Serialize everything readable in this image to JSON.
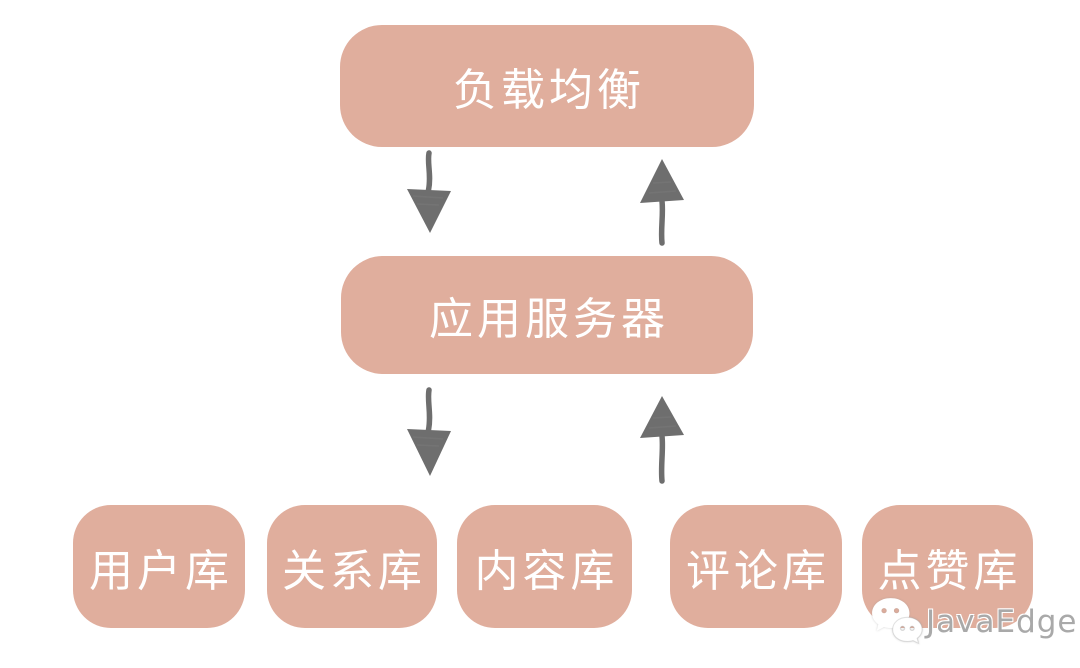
{
  "diagram": {
    "nodes": {
      "load_balancer": {
        "label": "负载均衡"
      },
      "app_server": {
        "label": "应用服务器"
      },
      "databases": [
        {
          "label": "用户库"
        },
        {
          "label": "关系库"
        },
        {
          "label": "内容库"
        },
        {
          "label": "评论库"
        },
        {
          "label": "点赞库"
        }
      ]
    },
    "edges": [
      {
        "from": "load_balancer",
        "to": "app_server",
        "icon": "arrow-down-icon"
      },
      {
        "from": "app_server",
        "to": "load_balancer",
        "icon": "arrow-up-icon"
      },
      {
        "from": "app_server",
        "to": "databases",
        "icon": "arrow-down-icon"
      },
      {
        "from": "databases",
        "to": "app_server",
        "icon": "arrow-up-icon"
      }
    ],
    "colors": {
      "node_fill": "#e0ae9d",
      "node_text": "#ffffff",
      "arrow": "#6e6e6e",
      "background": "#ffffff",
      "watermark_text": "#a9a9a9"
    },
    "watermark": {
      "icon": "wechat-icon",
      "label": "JavaEdge"
    }
  }
}
